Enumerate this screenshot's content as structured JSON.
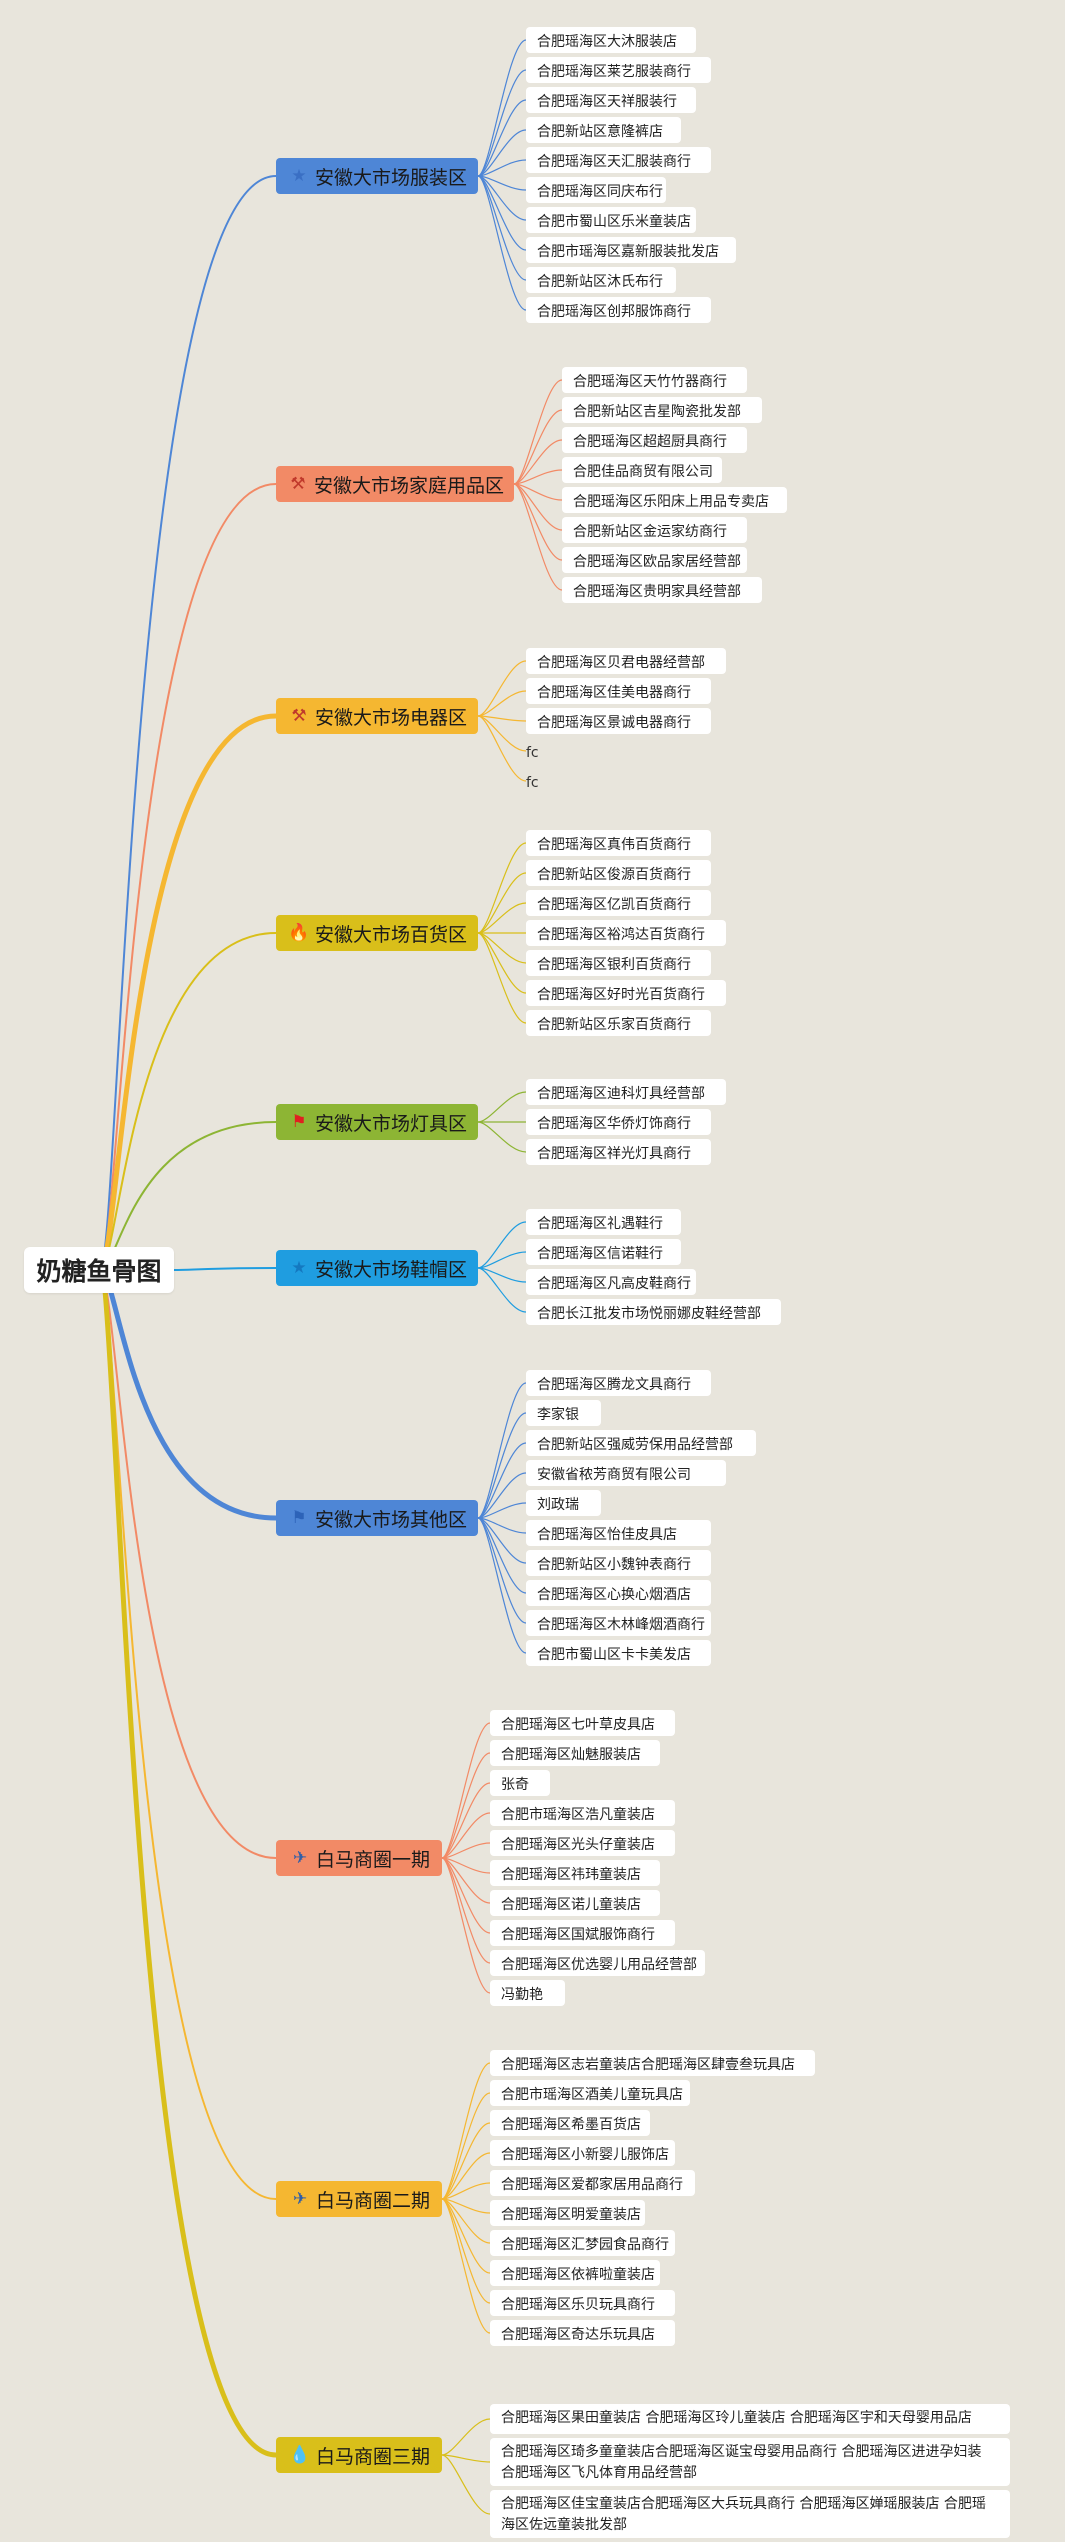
{
  "root": {
    "label": "奶糖鱼骨图"
  },
  "branches": [
    {
      "label": "安徽大市场服装区",
      "icon": "★",
      "icon_name": "star-icon",
      "color": "#4e86d6",
      "icon_color": "#3a6fc4",
      "leaves": [
        "合肥瑶海区大沐服装店",
        "合肥瑶海区莱艺服装商行",
        "合肥瑶海区天祥服装行",
        "合肥新站区意隆裤店",
        "合肥瑶海区天汇服装商行",
        "合肥瑶海区同庆布行",
        "合肥市蜀山区乐米童装店",
        "合肥市瑶海区嘉新服装批发店",
        "合肥新站区沐氏布行",
        "合肥瑶海区创邦服饰商行"
      ]
    },
    {
      "label": "安徽大市场家庭用品区",
      "icon": "⚒",
      "icon_name": "hammer-icon",
      "color": "#f28a66",
      "icon_color": "#c0392b",
      "leaves": [
        "合肥瑶海区天竹竹器商行",
        "合肥新站区吉星陶瓷批发部",
        "合肥瑶海区超超厨具商行",
        "合肥佳品商贸有限公司",
        "合肥瑶海区乐阳床上用品专卖店",
        "合肥新站区金运家纺商行",
        "合肥瑶海区欧品家居经营部",
        "合肥瑶海区贵明家具经营部"
      ]
    },
    {
      "label": "安徽大市场电器区",
      "icon": "⚒",
      "icon_name": "hammer-icon",
      "color": "#f5b731",
      "icon_color": "#c0392b",
      "leaves": [
        "合肥瑶海区贝君电器经营部",
        "合肥瑶海区佳美电器商行",
        "合肥瑶海区景诚电器商行",
        "fc",
        "fc"
      ]
    },
    {
      "label": "安徽大市场百货区",
      "icon": "🔥",
      "icon_name": "fire-icon",
      "color": "#d9bf1a",
      "icon_color": "#e0401c",
      "leaves": [
        "合肥瑶海区真伟百货商行",
        "合肥新站区俊源百货商行",
        "合肥瑶海区亿凯百货商行",
        "合肥瑶海区裕鸿达百货商行",
        "合肥瑶海区银利百货商行",
        "合肥瑶海区好时光百货商行",
        "合肥新站区乐家百货商行"
      ]
    },
    {
      "label": "安徽大市场灯具区",
      "icon": "⚑",
      "icon_name": "flag-icon",
      "color": "#8db534",
      "icon_color": "#e02020",
      "leaves": [
        "合肥瑶海区迪科灯具经营部",
        "合肥瑶海区华侨灯饰商行",
        "合肥瑶海区祥光灯具商行"
      ]
    },
    {
      "label": "安徽大市场鞋帽区",
      "icon": "★",
      "icon_name": "star-icon",
      "color": "#1f9de0",
      "icon_color": "#1479c0",
      "leaves": [
        "合肥瑶海区礼遇鞋行",
        "合肥瑶海区信诺鞋行",
        "合肥瑶海区凡高皮鞋商行",
        "合肥长江批发市场悦丽娜皮鞋经营部"
      ]
    },
    {
      "label": "安徽大市场其他区",
      "icon": "⚑",
      "icon_name": "flag-icon",
      "color": "#4e86d6",
      "icon_color": "#2d63b8",
      "leaves": [
        "合肥瑶海区腾龙文具商行",
        "李家银",
        "合肥新站区强威劳保用品经营部",
        "安徽省秾芳商贸有限公司",
        "刘政瑞",
        "合肥瑶海区怡佳皮具店",
        "合肥新站区小魏钟表商行",
        "合肥瑶海区心换心烟酒店",
        "合肥瑶海区木林峰烟酒商行",
        "合肥市蜀山区卡卡美发店"
      ]
    },
    {
      "label": "白马商圈一期",
      "icon": "✈",
      "icon_name": "paper-plane-icon",
      "color": "#f28a66",
      "icon_color": "#2f5ea8",
      "leaves": [
        "合肥瑶海区七叶草皮具店",
        "合肥瑶海区灿魅服装店",
        "张奇",
        "合肥市瑶海区浩凡童装店",
        "合肥瑶海区光头仔童装店",
        "合肥瑶海区祎玮童装店",
        "合肥瑶海区诺儿童装店",
        "合肥瑶海区国斌服饰商行",
        "合肥瑶海区优选婴儿用品经营部",
        "冯勤艳"
      ]
    },
    {
      "label": "白马商圈二期",
      "icon": "✈",
      "icon_name": "paper-plane-icon",
      "color": "#f5b731",
      "icon_color": "#2f5ea8",
      "leaves": [
        "合肥瑶海区志岩童装店合肥瑶海区肆壹叁玩具店",
        "合肥市瑶海区酒美儿童玩具店",
        "合肥瑶海区希墨百货店",
        "合肥瑶海区小新婴儿服饰店",
        "合肥瑶海区爱都家居用品商行",
        "合肥瑶海区明爱童装店",
        "合肥瑶海区汇梦园食品商行",
        "合肥瑶海区依裤啦童装店",
        "合肥瑶海区乐贝玩具商行",
        "合肥瑶海区奇达乐玩具店"
      ]
    },
    {
      "label": "白马商圈三期",
      "icon": "💧",
      "icon_name": "drop-icon",
      "color": "#d9bf1a",
      "icon_color": "#1f7ad0",
      "leaves": [
        "合肥瑶海区果田童装店 合肥瑶海区玲儿童装店 合肥瑶海区宇和天母婴用品店",
        "合肥瑶海区琦多童童装店合肥瑶海区诞宝母婴用品商行 合肥瑶海区进进孕妇装 合肥瑶海区飞凡体育用品经营部",
        "合肥瑶海区佳宝童装店合肥瑶海区大兵玩具商行 合肥瑶海区婵瑶服装店 合肥瑶海区佐远童装批发部"
      ]
    }
  ]
}
